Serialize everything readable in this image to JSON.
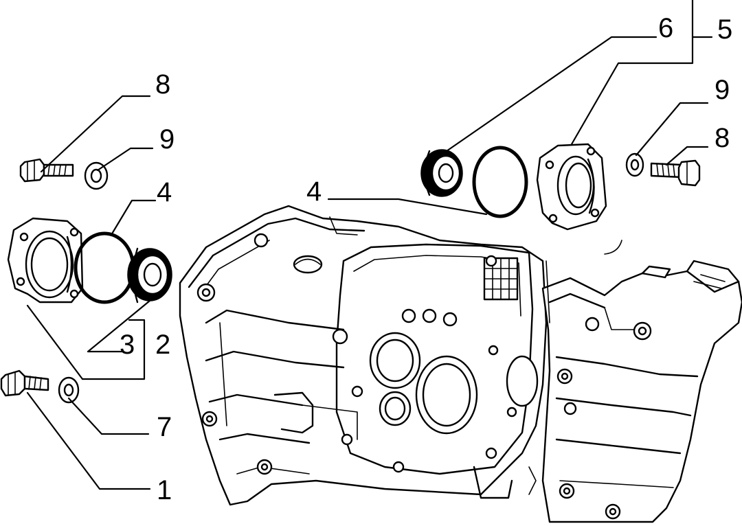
{
  "callouts": [
    {
      "id": "c1",
      "text": "1"
    },
    {
      "id": "c2",
      "text": "2"
    },
    {
      "id": "c3",
      "text": "3"
    },
    {
      "id": "c4_left",
      "text": "4"
    },
    {
      "id": "c4_center",
      "text": "4"
    },
    {
      "id": "c5",
      "text": "5"
    },
    {
      "id": "c6",
      "text": "6"
    },
    {
      "id": "c7",
      "text": "7"
    },
    {
      "id": "c8_left",
      "text": "8"
    },
    {
      "id": "c8_right",
      "text": "8"
    },
    {
      "id": "c9_left",
      "text": "9"
    },
    {
      "id": "c9_right",
      "text": "9"
    }
  ],
  "colors": {
    "ink": "#000000",
    "paper": "#ffffff"
  }
}
